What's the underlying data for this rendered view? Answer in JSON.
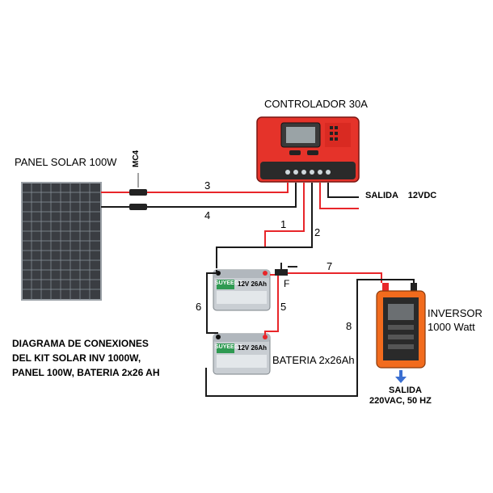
{
  "labels": {
    "controller": "CONTROLADOR 30A",
    "panel": "PANEL SOLAR 100W",
    "mc4": "MC4",
    "salida_dc": "SALIDA    12VDC",
    "inverter_line1": "INVERSOR",
    "inverter_line2": "1000 Watt",
    "battery": "BATERIA 2x26Ah",
    "fuse": "F",
    "salida_ac_line1": "SALIDA",
    "salida_ac_line2": "220VAC, 50 HZ",
    "title_line1": "DIAGRAMA DE CONEXIONES",
    "title_line2": "DEL KIT SOLAR INV 1000W,",
    "title_line3": "PANEL 100W, BATERIA 2x26 AH",
    "battery_brand": "SUYEEGO",
    "battery_model": "12V 26Ah"
  },
  "wires": [
    {
      "id": "1",
      "polarity": "positive"
    },
    {
      "id": "2",
      "polarity": "negative"
    },
    {
      "id": "3",
      "polarity": "positive"
    },
    {
      "id": "4",
      "polarity": "negative"
    },
    {
      "id": "5",
      "polarity": "positive"
    },
    {
      "id": "6",
      "polarity": "negative"
    },
    {
      "id": "7",
      "polarity": "positive"
    },
    {
      "id": "8",
      "polarity": "negative"
    }
  ],
  "colors": {
    "positive": "#e8262a",
    "negative": "#1a1a1a",
    "controller_body": "#e5332a",
    "inverter_body": "#f26b1d",
    "arrow": "#3b6fd1"
  }
}
